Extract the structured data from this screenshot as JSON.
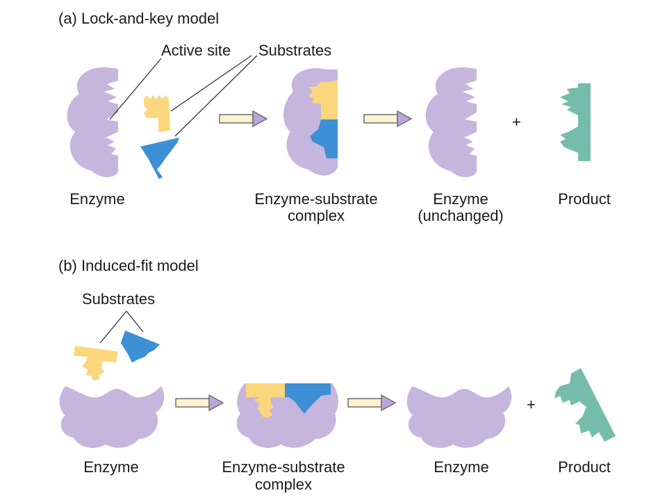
{
  "colors": {
    "enzyme": "#c6b5dc",
    "substrate_yellow": "#fbd67c",
    "substrate_blue": "#3d8fd6",
    "product": "#75bcab",
    "arrow_fill": "#fdf1cf",
    "arrow_head": "#b8a6d6",
    "arrow_stroke": "#6d6d6d",
    "line": "#333333"
  },
  "panel_a": {
    "title": "(a) Lock-and-key model",
    "callouts": {
      "active_site": "Active site",
      "substrates": "Substrates"
    },
    "labels": {
      "enzyme": "Enzyme",
      "complex_1": "Enzyme-substrate",
      "complex_2": "complex",
      "enzyme_after_1": "Enzyme",
      "enzyme_after_2": "(unchanged)",
      "product": "Product"
    },
    "plus": "+"
  },
  "panel_b": {
    "title": "(b) Induced-fit model",
    "callouts": {
      "substrates": "Substrates"
    },
    "labels": {
      "enzyme": "Enzyme",
      "complex_1": "Enzyme-substrate",
      "complex_2": "complex",
      "enzyme_after": "Enzyme",
      "product": "Product"
    },
    "plus": "+"
  }
}
